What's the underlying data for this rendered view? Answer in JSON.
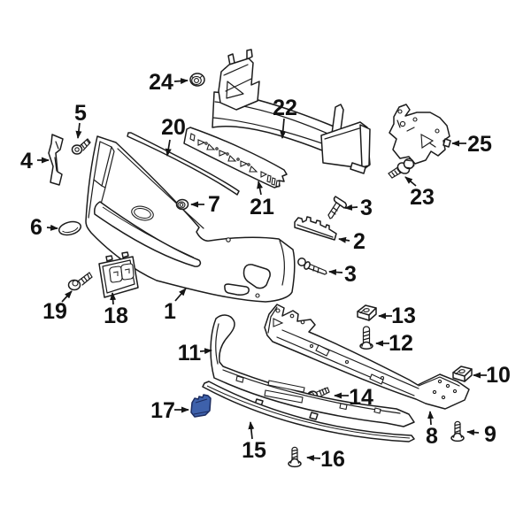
{
  "diagram": {
    "type": "exploded-parts-diagram",
    "subject": "front-bumper-assembly",
    "background": "#ffffff",
    "line_color": "#1c1c1c",
    "highlight_fill": "#3e61ab",
    "highlight_stroke": "#1c2c60",
    "highlighted_callout": "17"
  },
  "callouts": [
    {
      "number": "24",
      "part": "push-nut"
    },
    {
      "number": "5",
      "part": "screw"
    },
    {
      "number": "20",
      "part": "upper-seal-strip"
    },
    {
      "number": "22",
      "part": "impact-bar"
    },
    {
      "number": "25",
      "part": "side-bracket-right"
    },
    {
      "number": "4",
      "part": "side-bracket-left"
    },
    {
      "number": "23",
      "part": "bolt"
    },
    {
      "number": "7",
      "part": "push-nut"
    },
    {
      "number": "21",
      "part": "impact-absorber"
    },
    {
      "number": "3",
      "part": "push-pin"
    },
    {
      "number": "2",
      "part": "side-rail-bracket"
    },
    {
      "number": "6",
      "part": "oval-plug-cover"
    },
    {
      "number": "3",
      "part": "shoulder-pin"
    },
    {
      "number": "19",
      "part": "screw"
    },
    {
      "number": "18",
      "part": "license-plate-bracket"
    },
    {
      "number": "1",
      "part": "bumper-cover"
    },
    {
      "number": "11",
      "part": "air-deflector"
    },
    {
      "number": "13",
      "part": "u-nut-clip"
    },
    {
      "number": "12",
      "part": "bolt"
    },
    {
      "number": "10",
      "part": "u-nut-clip"
    },
    {
      "number": "14",
      "part": "screw"
    },
    {
      "number": "8",
      "part": "splash-shield"
    },
    {
      "number": "9",
      "part": "screw"
    },
    {
      "number": "16",
      "part": "screw"
    },
    {
      "number": "15",
      "part": "lower-molding-strip"
    },
    {
      "number": "17",
      "part": "tow-hook-cover"
    }
  ]
}
